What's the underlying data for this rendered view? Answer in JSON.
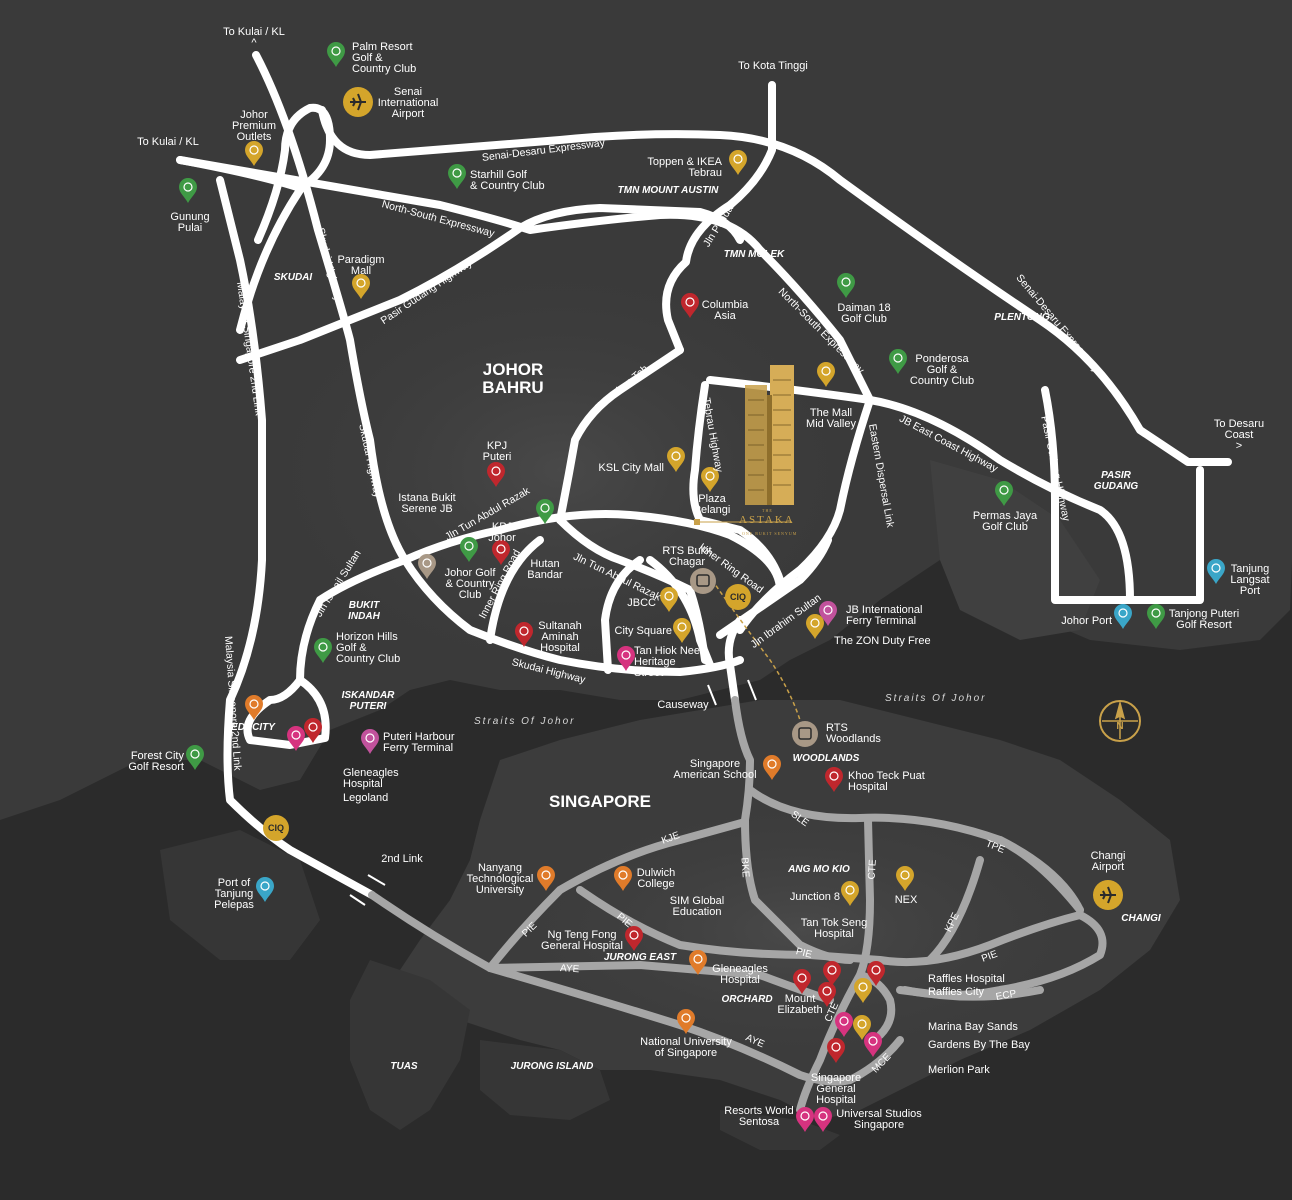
{
  "colors": {
    "background": "#2b2b2b",
    "land": "#3a3a3a",
    "land_light": "#434343",
    "malaysia_road": "#ffffff",
    "singapore_road": "#a6a6a6",
    "gold": "#c9a14a",
    "shopping": "#d4a52b",
    "hospital": "#c0272d",
    "golf": "#3f9a45",
    "school": "#e07b2a",
    "attraction": "#d6337f",
    "port": "#3aa6c8",
    "ferry": "#c1529c",
    "rts": "#a89886"
  },
  "regions": {
    "johor_bahru": "JOHOR\nBAHRU",
    "singapore": "SINGAPORE"
  },
  "water": {
    "straits_west": "Straits Of Johor",
    "straits_east": "Straits Of Johor"
  },
  "directions": {
    "to_kulai_kl_top": "To Kulai / KL\n^",
    "to_kulai_kl_left": "To Kulai / KL",
    "to_kota_tinggi": "To Kota Tinggi",
    "to_desaru_coast": "To Desaru\nCoast\n>"
  },
  "areas": {
    "skudai": "SKUDAI",
    "tmn_mount_austin": "TMN MOUNT AUSTIN",
    "tmn_molek": "TMN MOLEK",
    "plentong": "PLENTONG",
    "pasir_gudang": "PASIR\nGUDANG",
    "bukit_indah": "BUKIT\nINDAH",
    "iskandar_puteri": "ISKANDAR\nPUTERI",
    "woodlands": "WOODLANDS",
    "ang_mo_kio": "ANG MO KIO",
    "jurong_east": "JURONG EAST",
    "orchard": "ORCHARD",
    "changi": "CHANGI",
    "tuas": "TUAS",
    "jurong_island": "JURONG ISLAND"
  },
  "roads": {
    "senai_desaru_1": "Senai-Desaru Expressway",
    "senai_desaru_2": "Senai-Desaru Expressway",
    "north_south_1": "North-South Expressway",
    "north_south_2": "North-South Expressway",
    "pasir_gudang_hwy_1": "Pasir Gudang Highway",
    "pasir_gudang_hwy_2": "Pasir Gudang Highway",
    "skudai_hwy_1": "Skudai Highway",
    "skudai_hwy_2": "Skudai Highway",
    "skudai_hwy_3": "Skudai Highway",
    "msia_sg_link_1": "Malaysia Singapore 2nd Link",
    "msia_sg_link_2": "Malaysia Singapore 2nd Link",
    "jln_pandan": "Jln Pandan",
    "jln_kebun_teh": "Jln Kebun Teh",
    "tebrau_hwy": "Tebrau Highway",
    "eastern_dispersal": "Eastern Dispersal Link",
    "jb_east_coast": "JB East Coast Highway",
    "jln_tun_abdul_razak_1": "Jln Tun Abdul Razak",
    "jln_tun_abdul_razak_2": "Jln Tun Abdul Razak",
    "inner_ring_1": "Inner Ring Road",
    "inner_ring_2": "Inner Ring Road",
    "jln_ibrahim_sultan": "Jln Ibrahim Sultan",
    "jln_ismail_sultan": "Jln Ismail Sultan",
    "kje": "KJE",
    "sle": "SLE",
    "tpe": "TPE",
    "bke": "BKE",
    "cte_1": "CTE",
    "cte_2": "CTE",
    "kpe": "KPE",
    "pie_1": "PIE",
    "pie_2": "PIE",
    "pie_3": "PIE",
    "pie_4": "PIE",
    "aye_1": "AYE",
    "aye_2": "AYE",
    "ecp": "ECP",
    "mce": "MCE"
  },
  "ciq": "CIQ",
  "causeway": "Causeway",
  "second_link": "2nd Link",
  "astaka": {
    "title": "ASTAKA",
    "small": "THE",
    "sub": "ONE BUKIT SENYUM"
  },
  "places": {
    "palm_resort": "Palm Resort\nGolf &\nCountry Club",
    "senai_airport": "Senai\nInternational\nAirport",
    "johor_premium": "Johor\nPremium\nOutlets",
    "gunung_pulai": "Gunung\nPulai",
    "starhill": "Starhill Golf\n& Country Club",
    "toppen_ikea": "Toppen & IKEA\nTebrau",
    "paradigm": "Paradigm\nMall",
    "columbia": "Columbia\nAsia",
    "daiman": "Daiman 18\nGolf Club",
    "ponderosa": "Ponderosa\nGolf &\nCountry Club",
    "mall_mid_valley": "The Mall\nMid Valley",
    "kpj_puteri": "KPJ\nPuteri",
    "ksl": "KSL City Mall",
    "plaza_pelangi": "Plaza\nPelangi",
    "istana": "Istana Bukit\nSerene JB",
    "kpj_johor": "KPJ\nJohor",
    "hutan_bandar": "Hutan\nBandar",
    "johor_golf": "Johor Golf\n& Country\nClub",
    "rts_bukit_chagar": "RTS Bukit\nChagar",
    "permas_jaya": "Permas Jaya\nGolf Club",
    "tanjung_langsat": "Tanjung\nLangsat\nPort",
    "johor_port": "Johor Port",
    "tanjong_puteri": "Tanjong Puteri\nGolf Resort",
    "jbcc": "JBCC",
    "city_square": "City Square",
    "tan_hiok_nee": "Tan Hiok Nee\nHeritage\nStreet",
    "sultanah_aminah": "Sultanah\nAminah\nHospital",
    "jb_ferry": "JB International\nFerry Terminal",
    "zon": "The ZON Duty Free",
    "horizon_hills": "Horizon Hills\nGolf &\nCountry Club",
    "educity": "EDUCITY",
    "puteri_harbour": "Puteri Harbour\nFerry Terminal",
    "forest_city": "Forest City\nGolf Resort",
    "gleneagles_jb": "Gleneagles\nHospital",
    "legoland": "Legoland",
    "rts_woodlands": "RTS\nWoodlands",
    "sas": "Singapore\nAmerican School",
    "khoo_teck_puat": "Khoo Teck Puat\nHospital",
    "port_tanjung_pelepas": "Port of\nTanjung\nPelepas",
    "ntu": "Nanyang\nTechnological\nUniversity",
    "dulwich": "Dulwich\nCollege",
    "sim": "SIM Global\nEducation",
    "junction8": "Junction 8",
    "nex": "NEX",
    "changi_airport": "Changi\nAirport",
    "ntfgh": "Ng Teng Fong\nGeneral Hospital",
    "ttsh": "Tan Tok Seng\nHospital",
    "gleneagles_sg": "Gleneagles\nHospital",
    "mount_elizabeth": "Mount\nElizabeth",
    "raffles_hospital": "Raffles Hospital",
    "raffles_city": "Raffles City",
    "mbs": "Marina Bay Sands",
    "gardens": "Gardens By The Bay",
    "merlion": "Merlion Park",
    "nus": "National University\nof Singapore",
    "sgh": "Singapore\nGeneral\nHospital",
    "rws": "Resorts World\nSentosa",
    "uss": "Universal Studios\nSingapore"
  },
  "compass": {
    "letter": "N"
  }
}
